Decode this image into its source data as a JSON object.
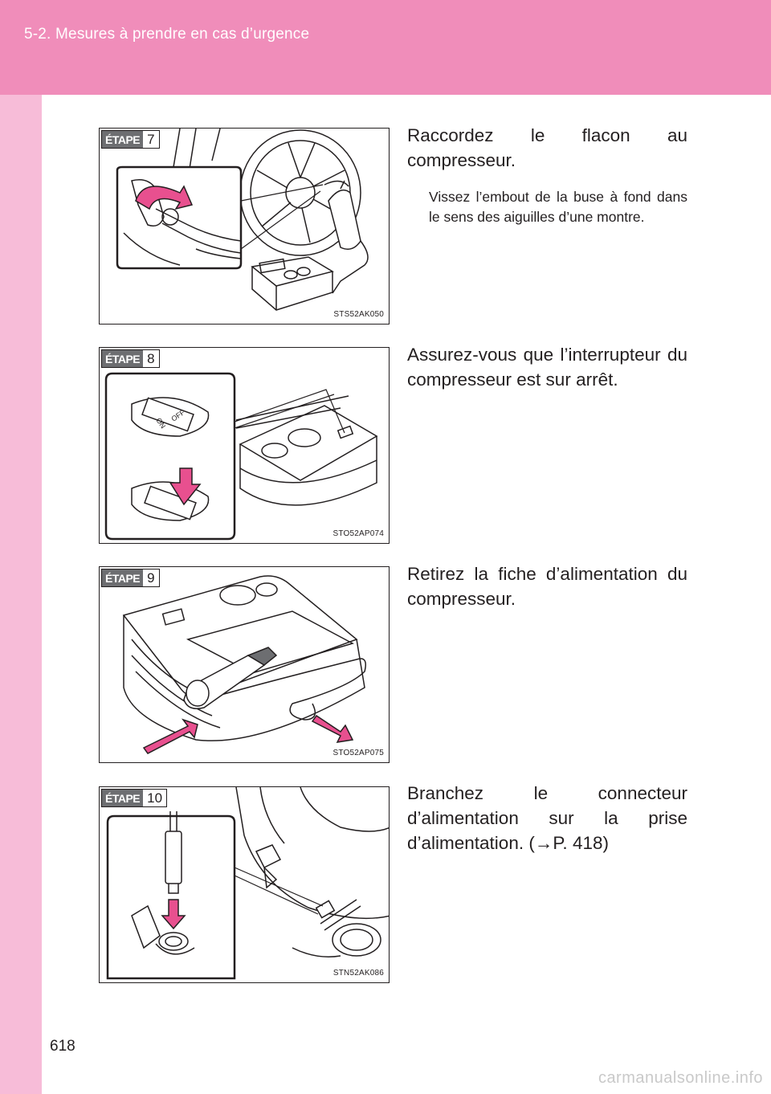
{
  "header": {
    "section_title": "5-2. Mesures à prendre en cas d’urgence"
  },
  "page": {
    "number": "618",
    "watermark": "carmanualsonline.info"
  },
  "steps": [
    {
      "label": "ÉTAPE",
      "number": "7",
      "figure_code": "STS52AK050",
      "text": "Raccordez le flacon au compresseur.",
      "note": "Vissez l’embout de la buse à fond dans le sens des aiguilles d’une montre."
    },
    {
      "label": "ÉTAPE",
      "number": "8",
      "figure_code": "STO52AP074",
      "text": "Assurez-vous que l’interrupteur du compresseur est sur arrêt.",
      "switch_labels": [
        "ON",
        "OFF"
      ]
    },
    {
      "label": "ÉTAPE",
      "number": "9",
      "figure_code": "STO52AP075",
      "text": "Retirez la fiche d’alimentation du compresseur."
    },
    {
      "label": "ÉTAPE",
      "number": "10",
      "figure_code": "STN52AK086",
      "text": "Branchez le connecteur d’alimentation sur la prise d’alimentation. (→P. 418)"
    }
  ],
  "colors": {
    "header_pink": "#f08dba",
    "strip_pink": "#f7bcd8",
    "accent_pink": "#e8508f"
  }
}
